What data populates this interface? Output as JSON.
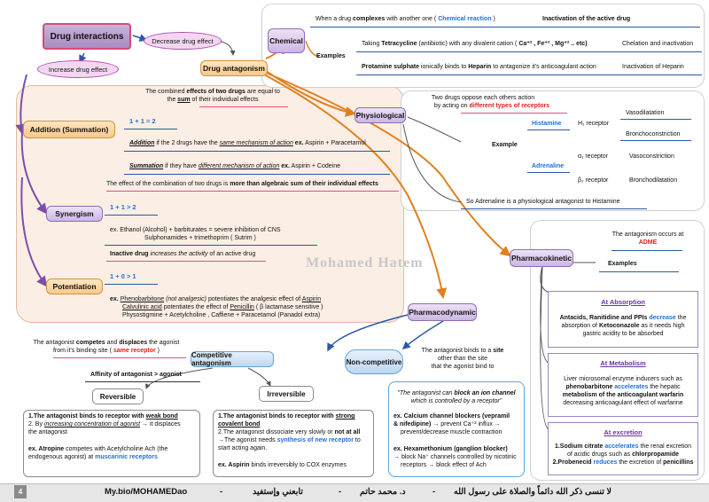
{
  "title": "Drug interactions",
  "increase": "Increase drug effect",
  "decrease": "Decrease drug effect",
  "antagonism": "Drug antagonism",
  "addition": {
    "label": "Addition (Summation)",
    "def_pre": "The combined",
    "def_b1": "effects of two drugs",
    "def_mid": "are equal to",
    "def_the": "the",
    "def_sum": "sum",
    "def_post": "of their individual effects",
    "formula": "1 + 1 = 2",
    "same_lbl": "Addition",
    "same_mid": "if the 2 drugs have the",
    "same_mech": "same mechanism of action",
    "same_ex": "ex.",
    "same_eg": "Aspirin + Paracetamol",
    "diff_lbl": "Summation",
    "diff_mid": "if they have",
    "diff_mech": "different mechanism of action",
    "diff_ex": "ex.",
    "diff_eg": "Aspirin + Codeine"
  },
  "synergism": {
    "label": "Synergism",
    "def_pre": "The effect of the combination of two drugs is",
    "def_b": "more than algebraic sum of their individual effects",
    "formula": "1 + 1 > 2",
    "ex_l1": "ex. Ethanol (Alcohol) + barbiturates = severe inhibition of CNS",
    "ex_l2": "Sulphonamides + trimethoprim ( Sutrim )"
  },
  "potentiation": {
    "label": "Potentiation",
    "inactive": "Inactive drug",
    "inactive_rest": "increases the activity",
    "inactive_post": "of an active drug",
    "formula": "1 + 0 > 1",
    "ex_l1_a": "ex.",
    "ex_l1_b": "Phenobarbitone",
    "ex_l1_c": "(not analgesic)",
    "ex_l1_d": "potentiates the analgesic effect of",
    "ex_l1_e": "Aspirin",
    "ex_l2_a": "Calvulinic acid",
    "ex_l2_b": "potentiates the effect of",
    "ex_l2_c": "Penicillin",
    "ex_l2_d": "( β lactamase sensitive )",
    "ex_l3": "Physostigmine + Acetylcholine , Caffiene + Paracetamol (Panadol extra)"
  },
  "chemical": {
    "label": "Chemical",
    "line1_pre": "When a drug",
    "line1_b": "complexes",
    "line1_mid": "with another one (",
    "line1_blue": "Chemical reaction",
    "line1_post": ")",
    "line1_right": "Inactivation of the active drug",
    "examples": "Examples",
    "ex1_pre": "Taking",
    "ex1_b": "Tetracycline",
    "ex1_post": "(antibiotic) with any divalent cation (",
    "ex1_ions": "Ca⁺² , Fe⁺² , Mg⁺² .. etc)",
    "ex1_right": "Chelation and inactivation",
    "ex2_b1": "Protamine sulphate",
    "ex2_mid": "ionically binds to",
    "ex2_b2": "Heparin",
    "ex2_post": "to antagonize it's anticoagulant action",
    "ex2_right": "Inactivation of Heparin"
  },
  "physiological": {
    "label": "Physiological",
    "def_l1": "Two drugs oppose each others action",
    "def_l2_pre": "by acting on",
    "def_l2_red": "different types of receptors",
    "example": "Example",
    "histamine": "Histamine",
    "h1": "H₁ receptor",
    "vasodil": "Vasodilatation",
    "broncho_c": "Bronchoconstriction",
    "adrenaline": "Adrenaline",
    "a1": "α₁ receptor",
    "vasocon": "Vasoconstriction",
    "b2": "β₂ receptor",
    "broncho_d": "Bronchodilatation",
    "conclusion": "So Adrenaline is a physiological antagonist to Histamine"
  },
  "pharmacokinetic": {
    "label": "Pharmacokinetic",
    "occurs": "The antagonism occurs at",
    "adme": "ADME",
    "examples": "Examples",
    "absorption": "At Absorption",
    "abs_l1_a": "Antacids, Ranitidine and PPIs",
    "abs_l1_b": "decrease",
    "abs_l1_c": "the",
    "abs_l2_a": "absorption of",
    "abs_l2_b": "Ketoconazole",
    "abs_l2_c": "as it needs high",
    "abs_l3": "gastric acidity to be absorbed",
    "metabolism": "At Metabolism",
    "met_l1": "Liver microsomal enzyme inducers such as",
    "met_l2_a": "phenobarbitone",
    "met_l2_b": "accelerates",
    "met_l2_c": "the hepatic",
    "met_l3": "metabolism of the anticoagulant warfarin",
    "met_l4": "decreasing anticoagulant effect of warfarine",
    "excretion": "At excretion",
    "exc_l1_a": "1.Sodium citrate",
    "exc_l1_b": "accelerates",
    "exc_l1_c": "the renal excretion",
    "exc_l2_a": "of acidic drugs such as",
    "exc_l2_b": "chlorpropamide",
    "exc_l3_a": "2.Probenecid",
    "exc_l3_b": "reduces",
    "exc_l3_c": "the excretion of",
    "exc_l3_d": "penicillins"
  },
  "pharmacodynamic": {
    "label": "Pharmacodynamic",
    "competitive": "Competitive antagonism",
    "comp_l1_pre": "The antagonist",
    "comp_l1_b": "competes",
    "comp_l1_mid": "and",
    "comp_l1_b2": "displaces",
    "comp_l1_post": "the agonist",
    "comp_l2_pre": "from it's binding site (",
    "comp_l2_red": "same receptor",
    "comp_l2_post": ")",
    "affinity": "Affinity of antagonist > agonist",
    "reversible": "Reversible",
    "irreversible": "Irreversible",
    "rev_l1_a": "1.The antagonist binds to receptor with",
    "rev_l1_b": "weak bond",
    "rev_l2_a": "2. By",
    "rev_l2_b": "increasing concentration of agonist",
    "rev_l2_c": "→ it displaces",
    "rev_l3": "the antagonist",
    "rev_ex_a": "ex. Atropine",
    "rev_ex_b": "competes with Acetylcholine Ach (the",
    "rev_ex_c": "endogenous agonist) at",
    "rev_ex_d": "muscarinic receptors",
    "irr_l1_a": "1.The antagonist binds to receptor with",
    "irr_l1_b": "strong",
    "irr_l2": "covalent bond",
    "irr_l3_a": "2.The antagonist dissociate very slowly or",
    "irr_l3_b": "not at all",
    "irr_l4_a": "→The agonist needs",
    "irr_l4_b": "synthesis of new receptor",
    "irr_l4_c": "to",
    "irr_l5": "start acting again.",
    "irr_ex_a": "ex. Aspirin",
    "irr_ex_b": "binds irreversibly to COX enzymes",
    "noncomp": "Non-competitive",
    "nc_l1_pre": "The antagonist binds to a",
    "nc_l1_b": "site",
    "nc_l2": "other than the site",
    "nc_l3": "that the agonist bind to",
    "nc_q1_pre": "\"The antagonist can",
    "nc_q1_b": "block an ion channel",
    "nc_q2": "which is controlled by a receptor\"",
    "nc_ex1_a": "ex. Calcium channel blockers (vepramil",
    "nc_ex1_b": "& nifedipine)",
    "nc_ex1_c": "→ prevent Ca⁺² influx →",
    "nc_ex1_d": "prevent/decrease muscle contraction",
    "nc_ex2_a": "ex. Hexamethonium (ganglion blocker)",
    "nc_ex2_b": "→ block Na⁺ channels controlled by nicotinic",
    "nc_ex2_c": "receptors → block effect of Ach"
  },
  "watermark": "Mohamed Hatem",
  "footer": {
    "page": "4",
    "link": "My.bio/MOHAMEDao",
    "sep1": "-",
    "arabic1": "د. محمد حاتم",
    "sep2": "-",
    "arabic2": "تابعني وإستفيد",
    "sep3": "-",
    "arabic_right": "لا تنسى ذكر الله دائماً والصلاة على رسول الله"
  },
  "colors": {
    "orange": "#e0801f",
    "purple": "#7b4fa8",
    "blue": "#1f6fd6",
    "red": "#e0201b",
    "pink": "#e84b8a"
  }
}
